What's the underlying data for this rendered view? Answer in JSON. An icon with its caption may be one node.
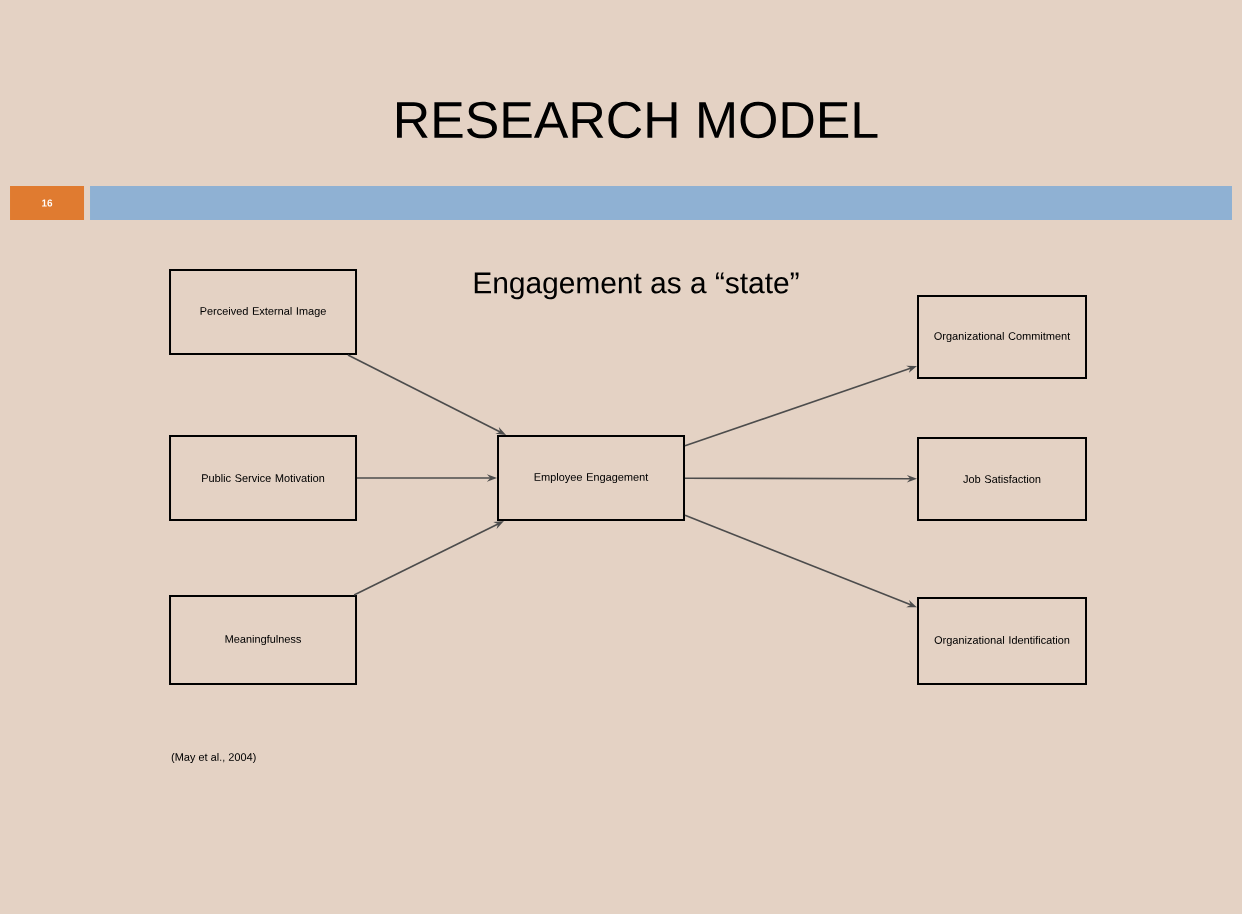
{
  "diagram": {
    "title": "RESEARCH MODEL",
    "nodes": [
      {
        "text": [
          "Perceived External Image"
        ]
      },
      {
        "text": [
          "Public Service Motivation"
        ]
      },
      {
        "text": [
          "Meaningfulness"
        ]
      },
      {
        "text": [
          "Employee Engagement"
        ]
      },
      {
        "text": [
          "Organizational Commitment"
        ]
      },
      {
        "text": [
          "Job Satisfaction"
        ]
      },
      {
        "text": [
          "Organizational Identification"
        ]
      }
    ],
    "edges": [
      {
        "from": 0,
        "to": 3,
        "arrow": "to"
      },
      {
        "from": 1,
        "to": 3,
        "arrow": "to"
      },
      {
        "from": 2,
        "to": 3,
        "arrow": "to"
      },
      {
        "from": 3,
        "to": 4,
        "arrow": "to"
      },
      {
        "from": 3,
        "to": 5,
        "arrow": "to"
      },
      {
        "from": 3,
        "to": 6,
        "arrow": "to"
      }
    ],
    "labels": [
      "16",
      "Engagement as a “state”",
      "(May et al., 2004)"
    ]
  }
}
